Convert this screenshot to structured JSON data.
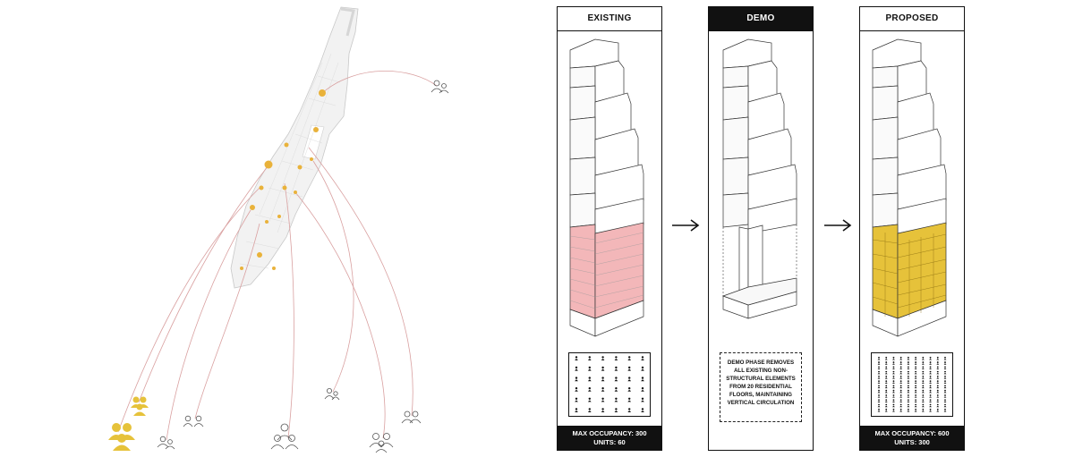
{
  "panels": [
    {
      "id": "existing",
      "title": "EXISTING",
      "occupancy": "MAX OCCUPANCY: 300",
      "units": "UNITS: 60",
      "people_rows": 6,
      "people_cols": 6
    },
    {
      "id": "demo",
      "title": "DEMO",
      "note": "DEMO PHASE REMOVES ALL EXISTING NON-STRUCTURAL ELEMENTS FROM 20 RESIDENTIAL FLOORS, MAINTAINING VERTICAL CIRCULATION"
    },
    {
      "id": "proposed",
      "title": "PROPOSED",
      "occupancy": "MAX OCCUPANCY: 600",
      "units": "UNITS: 300",
      "people_rows": 12,
      "people_cols": 10
    }
  ],
  "colors": {
    "existing_highlight": "#f3b7b9",
    "proposed_highlight": "#e6c23a",
    "map_fill": "#f2f2f2",
    "map_dot": "#e9b23a",
    "arc_line": "#d9a0a0",
    "ink": "#111111"
  },
  "icons": [
    "people-group-icon",
    "arrow-right-icon",
    "person-icon"
  ]
}
